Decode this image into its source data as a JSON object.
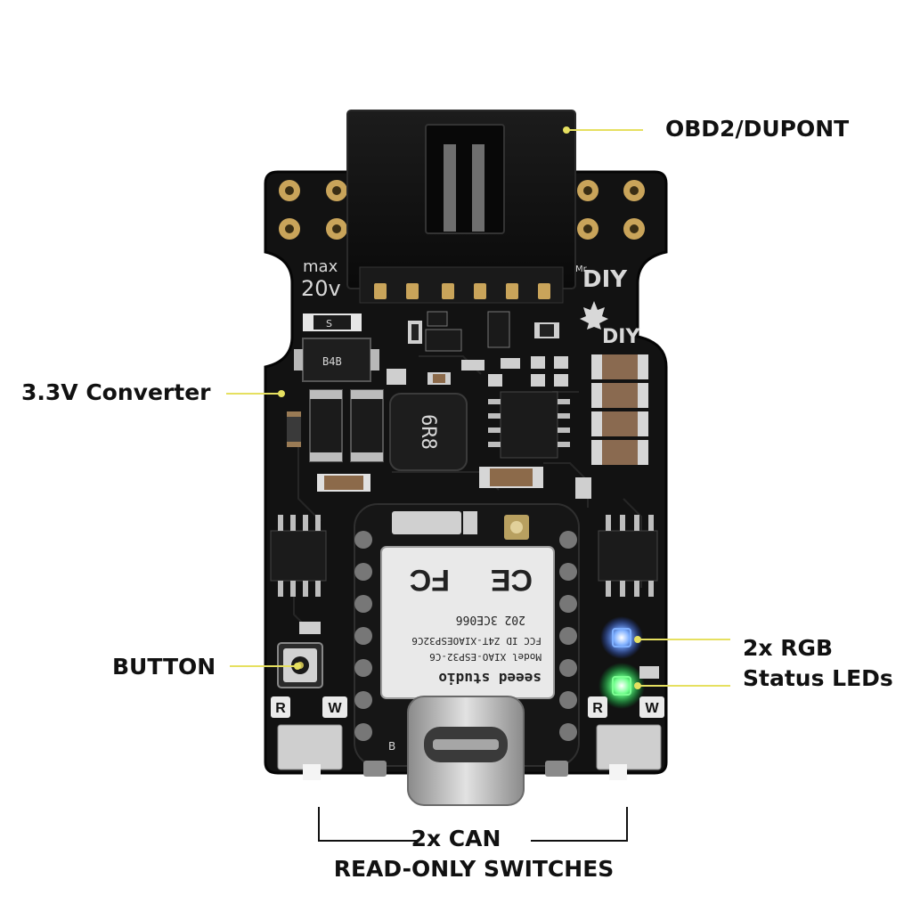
{
  "callouts": {
    "obd2": "OBD2/DUPONT",
    "converter": "3.3V Converter",
    "button": "BUTTON",
    "rgb_line1": "2x RGB",
    "rgb_line2": "Status LEDs",
    "can_line1": "2x CAN",
    "can_line2": "READ-ONLY SWITCHES"
  },
  "board_markings": {
    "max": "max",
    "voltage": "20v",
    "brand_small": "Mr",
    "brand_large": "DIY",
    "switch_left_r": "R",
    "switch_left_w": "W",
    "switch_right_r": "R",
    "switch_right_w": "W",
    "pad_b": "B",
    "inductor": "6R8",
    "diode_top": "S",
    "regulator": "B4B"
  },
  "module": {
    "ce_mark": "CE",
    "fcc_mark": "FC",
    "reg_code": "202 3CE066",
    "fcc_id": "FCC ID Z4T-XIAOESP32C6",
    "model": "Model XIAO-ESP32-C6",
    "brand": "seeed studio"
  },
  "colors": {
    "pcb": "#121212",
    "pad_gold": "#c9a45a",
    "leader": "#e6e060",
    "led_blue": "#4c8dff",
    "led_green": "#3dff6a"
  }
}
